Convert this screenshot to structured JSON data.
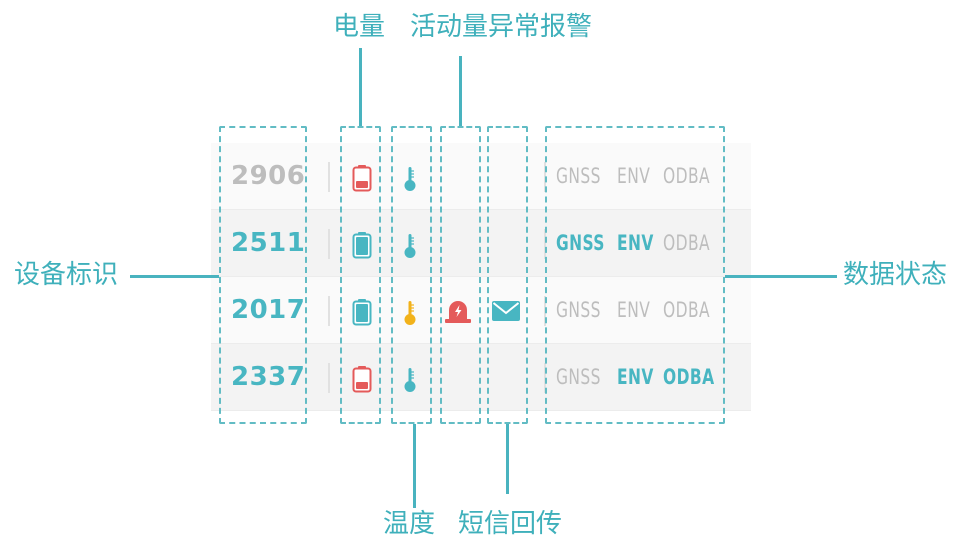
{
  "callouts": {
    "battery": "电量",
    "activity_alarm": "活动量异常报警",
    "device_id": "设备标识",
    "data_status": "数据状态",
    "temperature": "温度",
    "sms": "短信回传"
  },
  "columns": {
    "tags": [
      "GNSS",
      "ENV",
      "ODBA"
    ]
  },
  "rows": [
    {
      "id": "2906",
      "id_color": "#bdbdbd",
      "battery": "low",
      "temperature": "normal",
      "alarm": false,
      "sms": false,
      "tags": [
        {
          "label": "GNSS",
          "active": false
        },
        {
          "label": "ENV",
          "active": false
        },
        {
          "label": "ODBA",
          "active": false
        }
      ]
    },
    {
      "id": "2511",
      "id_color": "#48b6c2",
      "battery": "full",
      "temperature": "normal",
      "alarm": false,
      "sms": false,
      "tags": [
        {
          "label": "GNSS",
          "active": true
        },
        {
          "label": "ENV",
          "active": true
        },
        {
          "label": "ODBA",
          "active": false
        }
      ]
    },
    {
      "id": "2017",
      "id_color": "#48b6c2",
      "battery": "full",
      "temperature": "high",
      "alarm": true,
      "sms": true,
      "tags": [
        {
          "label": "GNSS",
          "active": false
        },
        {
          "label": "ENV",
          "active": false
        },
        {
          "label": "ODBA",
          "active": false
        }
      ]
    },
    {
      "id": "2337",
      "id_color": "#48b6c2",
      "battery": "low",
      "temperature": "normal",
      "alarm": false,
      "sms": false,
      "tags": [
        {
          "label": "GNSS",
          "active": false
        },
        {
          "label": "ENV",
          "active": true
        },
        {
          "label": "ODBA",
          "active": true
        }
      ]
    }
  ],
  "colors": {
    "accent": "#48b6c2",
    "inactive": "#bdbdbd",
    "battery_low": "#e45a5a",
    "temp_high": "#f2b21a",
    "alarm": "#e45a5a"
  }
}
